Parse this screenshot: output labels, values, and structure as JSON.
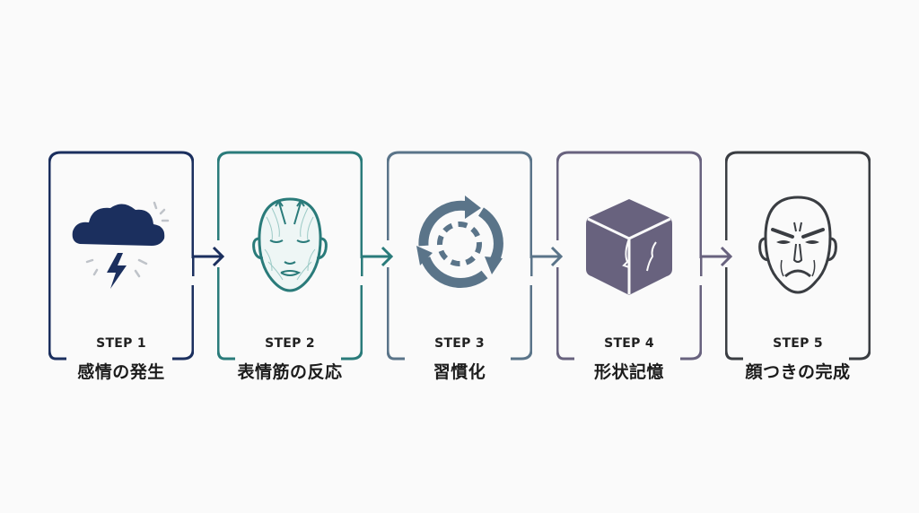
{
  "diagram": {
    "type": "process-flow",
    "steps": [
      {
        "label": "STEP 1",
        "title": "感情の発生",
        "icon": "storm-cloud-icon",
        "color": "#1b2f5e"
      },
      {
        "label": "STEP 2",
        "title": "表情筋の反応",
        "icon": "facial-muscles-icon",
        "color": "#2a7b7a"
      },
      {
        "label": "STEP 3",
        "title": "習慣化",
        "icon": "cycle-arrows-icon",
        "color": "#5a7489"
      },
      {
        "label": "STEP 4",
        "title": "形状記憶",
        "icon": "cracked-cube-icon",
        "color": "#68627e"
      },
      {
        "label": "STEP 5",
        "title": "顔つきの完成",
        "icon": "angry-face-icon",
        "color": "#3a3d42"
      }
    ],
    "connectors": [
      {
        "from": "STEP 1",
        "to": "STEP 2"
      },
      {
        "from": "STEP 2",
        "to": "STEP 3"
      },
      {
        "from": "STEP 3",
        "to": "STEP 4"
      },
      {
        "from": "STEP 4",
        "to": "STEP 5"
      }
    ]
  }
}
